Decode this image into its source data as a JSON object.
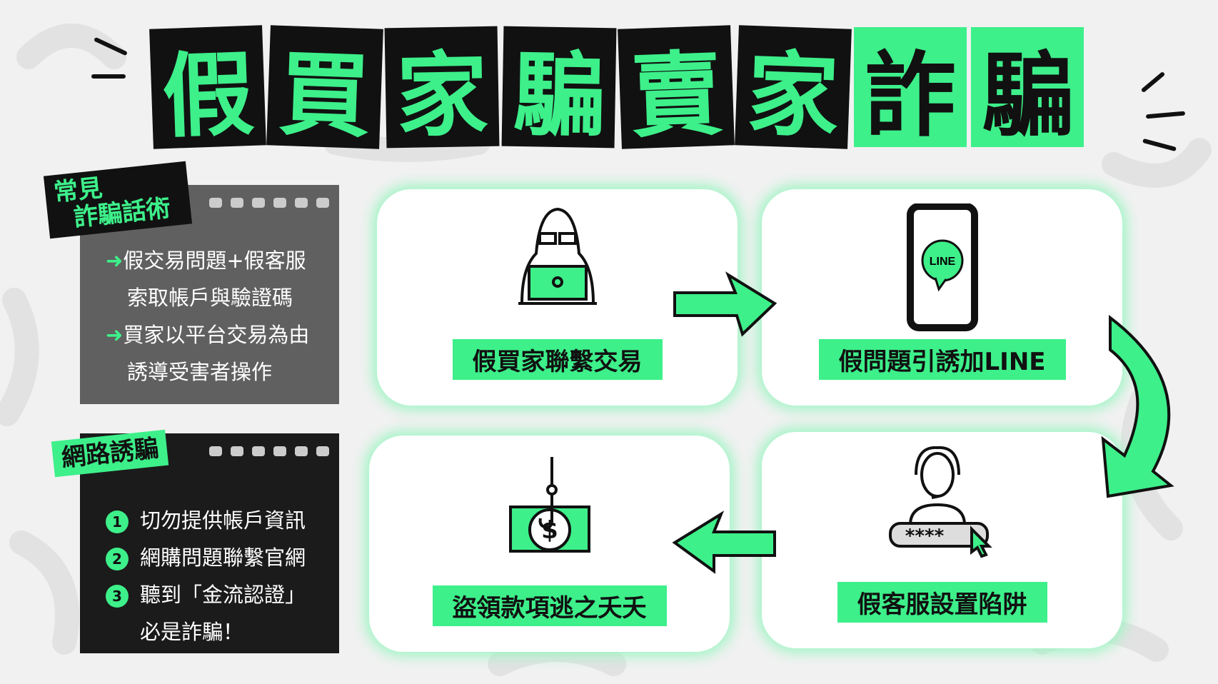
{
  "title": {
    "chars": [
      "假",
      "買",
      "家",
      "騙",
      "賣",
      "家",
      "詐",
      "騙"
    ]
  },
  "colors": {
    "accent": "#3df08a",
    "dark": "#111111",
    "panel_gray": "#606060",
    "background": "#f1f1f1"
  },
  "panel_tactics": {
    "tag_line1": "常見",
    "tag_line2": "詐騙話術",
    "items": [
      {
        "icon": "arrow-right-icon",
        "line1": "假交易問題+假客服",
        "line2": "索取帳戶與驗證碼"
      },
      {
        "icon": "arrow-right-icon",
        "line1": "買家以平台交易為由",
        "line2": "誘導受害者操作"
      }
    ]
  },
  "panel_tips": {
    "tag": "網路誘騙",
    "items": [
      {
        "num": "1",
        "text": "切勿提供帳戶資訊"
      },
      {
        "num": "2",
        "text": "網購問題聯繫官網"
      },
      {
        "num": "3",
        "text": "聽到「金流認證」",
        "text2": "必是詐騙！"
      }
    ]
  },
  "steps": [
    {
      "label": "假買家聯繫交易",
      "icon": "hacker-laptop-icon"
    },
    {
      "label": "假問題引誘加LINE",
      "icon": "phone-line-icon",
      "icon_text": "LINE"
    },
    {
      "label": "假客服設置陷阱",
      "icon": "customer-service-password-icon",
      "icon_text": "****"
    },
    {
      "label": "盜領款項逃之夭夭",
      "icon": "money-hook-icon"
    }
  ]
}
